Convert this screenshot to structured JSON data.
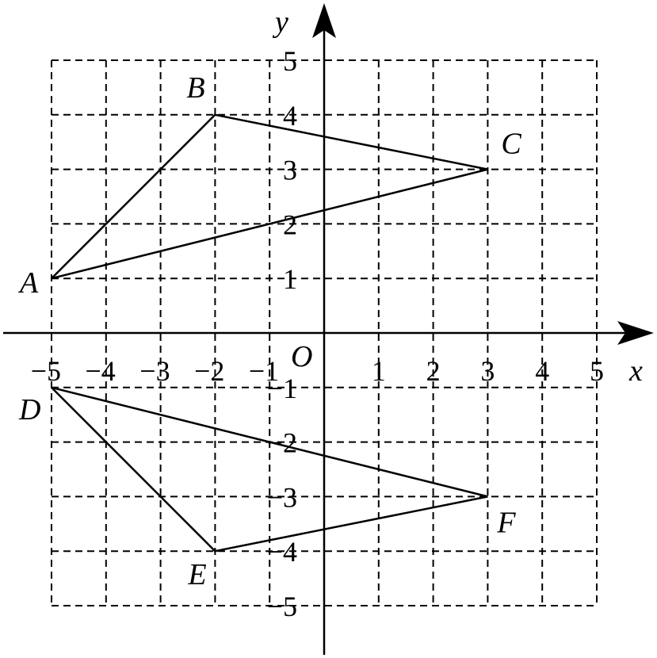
{
  "axes": {
    "x_name": "x",
    "y_name": "y",
    "origin": "O",
    "x_range": [
      -5,
      5
    ],
    "y_range": [
      -5,
      5
    ],
    "x_tick_labels": [
      "−5",
      "−4",
      "−3",
      "−2",
      "−1",
      "1",
      "2",
      "3",
      "4",
      "5"
    ],
    "y_tick_labels": [
      "5",
      "4",
      "3",
      "2",
      "1",
      "−1",
      "−2",
      "−3",
      "−4",
      "−5"
    ],
    "x_tick_values": [
      -5,
      -4,
      -3,
      -2,
      -1,
      1,
      2,
      3,
      4,
      5
    ],
    "y_tick_values": [
      5,
      4,
      3,
      2,
      1,
      -1,
      -2,
      -3,
      -4,
      -5
    ],
    "grid": "dashed"
  },
  "points": [
    {
      "label": "A",
      "x": -5,
      "y": 1
    },
    {
      "label": "B",
      "x": -2,
      "y": 4
    },
    {
      "label": "C",
      "x": 3,
      "y": 3
    },
    {
      "label": "D",
      "x": -5,
      "y": -1
    },
    {
      "label": "E",
      "x": -2,
      "y": -4
    },
    {
      "label": "F",
      "x": 3,
      "y": -3
    }
  ],
  "triangles": [
    [
      "A",
      "B",
      "C"
    ],
    [
      "D",
      "E",
      "F"
    ]
  ]
}
